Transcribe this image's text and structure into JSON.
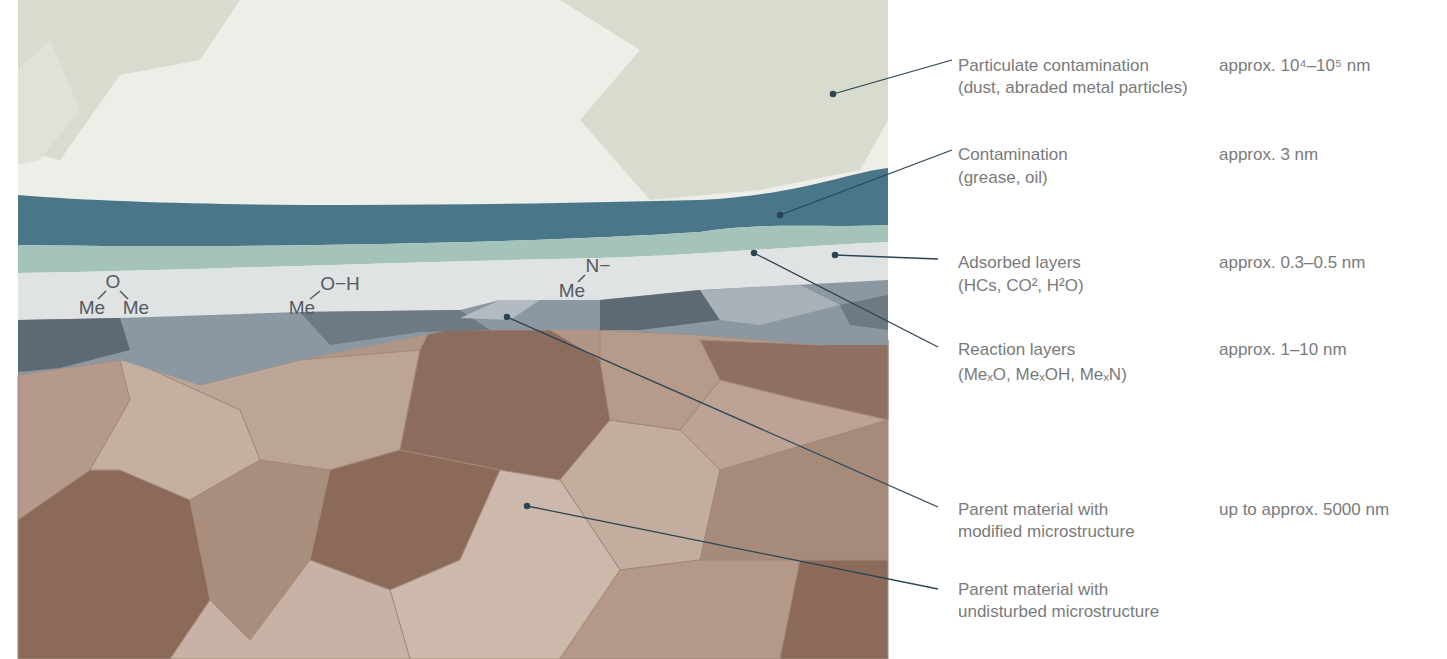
{
  "diagram": {
    "labels": [
      "Particulate contamination",
      "(dust, abraded metal particles)",
      "approx. 10⁴–10⁵ nm",
      "Contamination",
      "(grease, oil)",
      "approx. 3 nm",
      "Adsorbed layers",
      "(HCs, CO², H²O)",
      "approx. 0.3–0.5 nm",
      "Reaction layers",
      "(MeₓO, MeₓOH, MeₓN)",
      "approx. 1–10 nm",
      "Parent material with modified microstructure",
      "up to approx. 5000 nm",
      "Parent material with undisturbed microstructure",
      "O",
      "Me",
      "Me",
      "O−H",
      "Me",
      "N−",
      "Me"
    ]
  }
}
